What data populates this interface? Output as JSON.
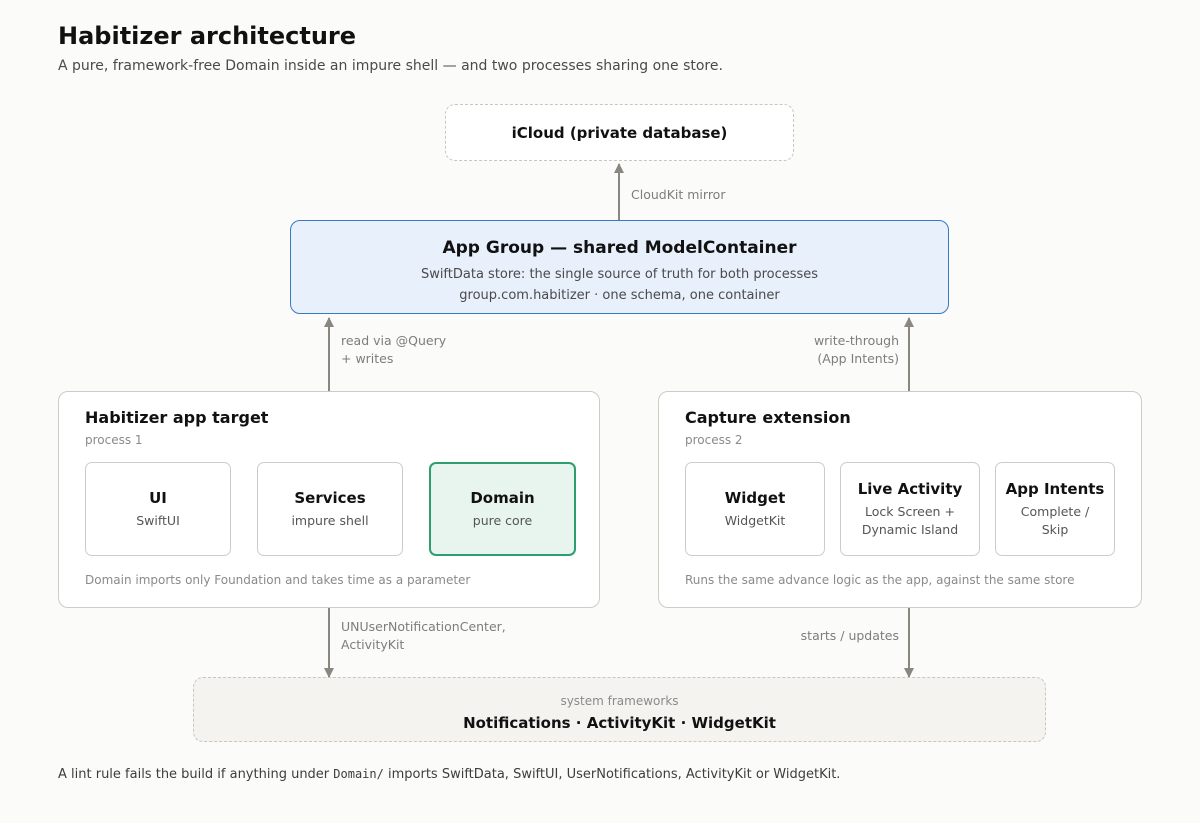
{
  "header": {
    "title": "Habitizer architecture",
    "subtitle": "A pure, framework-free Domain inside an impure shell — and two processes sharing one store."
  },
  "icloud": {
    "label": "iCloud (private database)"
  },
  "app_group": {
    "title": "App Group — shared ModelContainer",
    "line1": "SwiftData store: the single source of truth for both processes",
    "line2": "group.com.habitizer · one schema, one container"
  },
  "edges": {
    "cloudkit": "CloudKit mirror",
    "read_query_l1": "read via @Query",
    "read_query_l2": "+ writes",
    "write_through_l1": "write-through",
    "write_through_l2": "(App Intents)",
    "notif_l1": "UNUserNotificationCenter,",
    "notif_l2": "ActivityKit",
    "starts_updates": "starts / updates"
  },
  "app_target": {
    "title": "Habitizer app target",
    "subtitle": "process 1",
    "footer": "Domain imports only Foundation and takes time as a parameter",
    "boxes": [
      {
        "title": "UI",
        "sub": "SwiftUI"
      },
      {
        "title": "Services",
        "sub": "impure shell"
      },
      {
        "title": "Domain",
        "sub": "pure core"
      }
    ]
  },
  "capture": {
    "title": "Capture extension",
    "subtitle": "process 2",
    "footer": "Runs the same advance logic as the app, against the same store",
    "boxes": [
      {
        "title": "Widget",
        "sub": "WidgetKit"
      },
      {
        "title": "Live Activity",
        "sub_l1": "Lock Screen +",
        "sub_l2": "Dynamic Island"
      },
      {
        "title": "App Intents",
        "sub_l1": "Complete /",
        "sub_l2": "Skip"
      }
    ]
  },
  "system": {
    "caption": "system frameworks",
    "main": "Notifications · ActivityKit · WidgetKit"
  },
  "footnote": {
    "before": "A lint rule fails the build if anything under ",
    "code": "Domain/",
    "after": " imports SwiftData, SwiftUI, UserNotifications, ActivityKit or WidgetKit."
  },
  "colors": {
    "app_group_border": "#3a78c2",
    "app_group_fill": "#e8f0fc",
    "domain_border": "#2f9e6e",
    "domain_fill": "#e7f5ee",
    "arrow": "#8a8781"
  }
}
